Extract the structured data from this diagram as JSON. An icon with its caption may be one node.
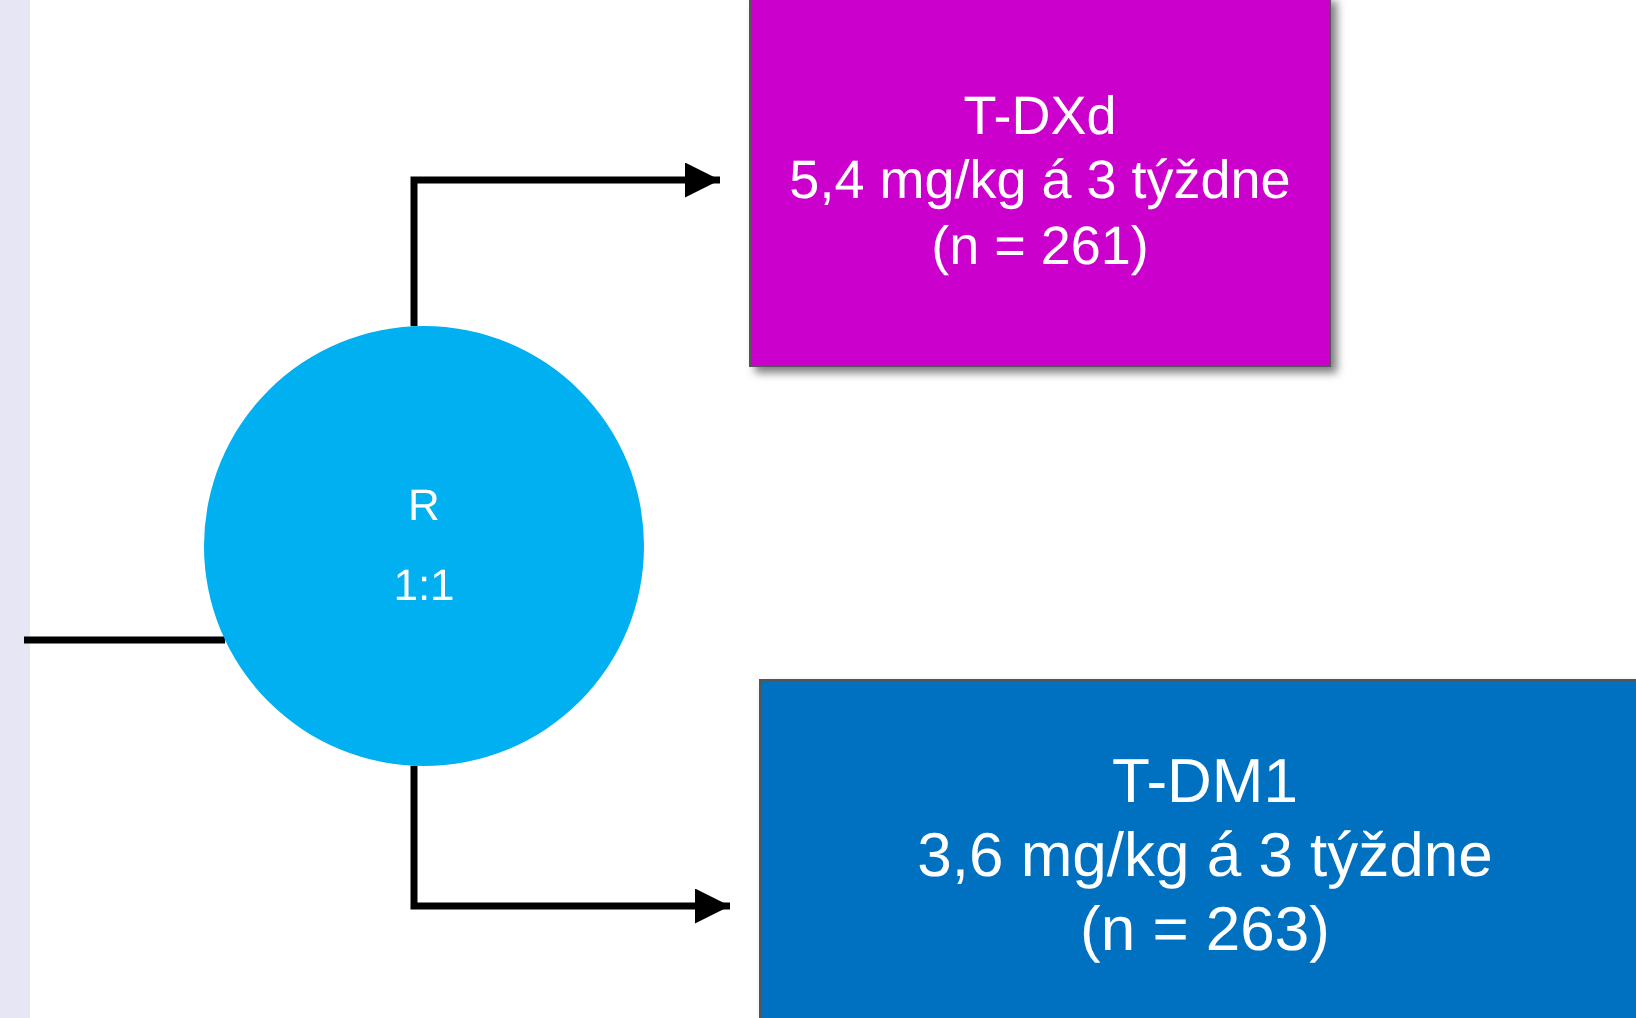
{
  "diagram": {
    "nodes": [
      {
        "text": [
          "R",
          "1:1"
        ]
      },
      {
        "text": [
          "T-DXd",
          "5,4 mg/kg á 3 týždne",
          "(n = 261)"
        ]
      },
      {
        "text": [
          "T-DM1",
          "3,6 mg/kg á 3 týždne",
          "(n = 263)"
        ]
      }
    ],
    "edges": [
      {
        "from": null,
        "to": 0,
        "arrow": "none"
      },
      {
        "from": 0,
        "to": 1,
        "arrow": "to"
      },
      {
        "from": 0,
        "to": 2,
        "arrow": "to"
      }
    ]
  }
}
